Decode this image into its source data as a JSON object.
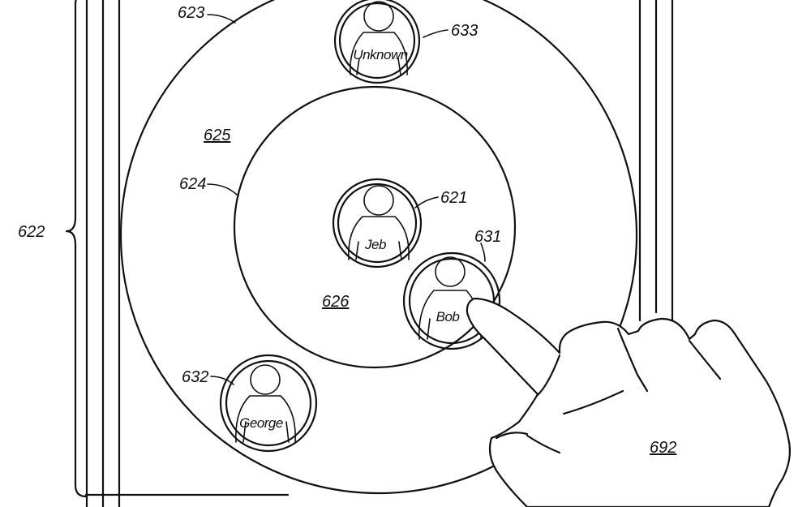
{
  "labels": {
    "device_bracket": "622",
    "outer_ring": "623",
    "inner_ring": "624",
    "outer_zone": "625",
    "inner_zone": "626",
    "center_avatar": "621",
    "bob_avatar": "631",
    "george_avatar": "632",
    "unknown_avatar": "633",
    "hand": "692"
  },
  "avatars": {
    "center": {
      "name": "Jeb"
    },
    "bob": {
      "name": "Bob"
    },
    "george": {
      "name": "George"
    },
    "unknown": {
      "name": "Unknown"
    }
  },
  "colors": {
    "line": "#111111",
    "background": "#ffffff"
  }
}
